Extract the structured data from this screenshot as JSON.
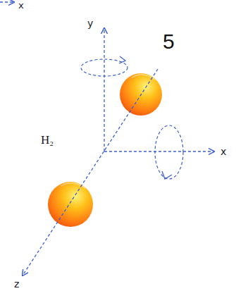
{
  "diagram": {
    "labels": [
      "x",
      "y",
      "5",
      "H₂",
      "x",
      "z"
    ]
  }
}
